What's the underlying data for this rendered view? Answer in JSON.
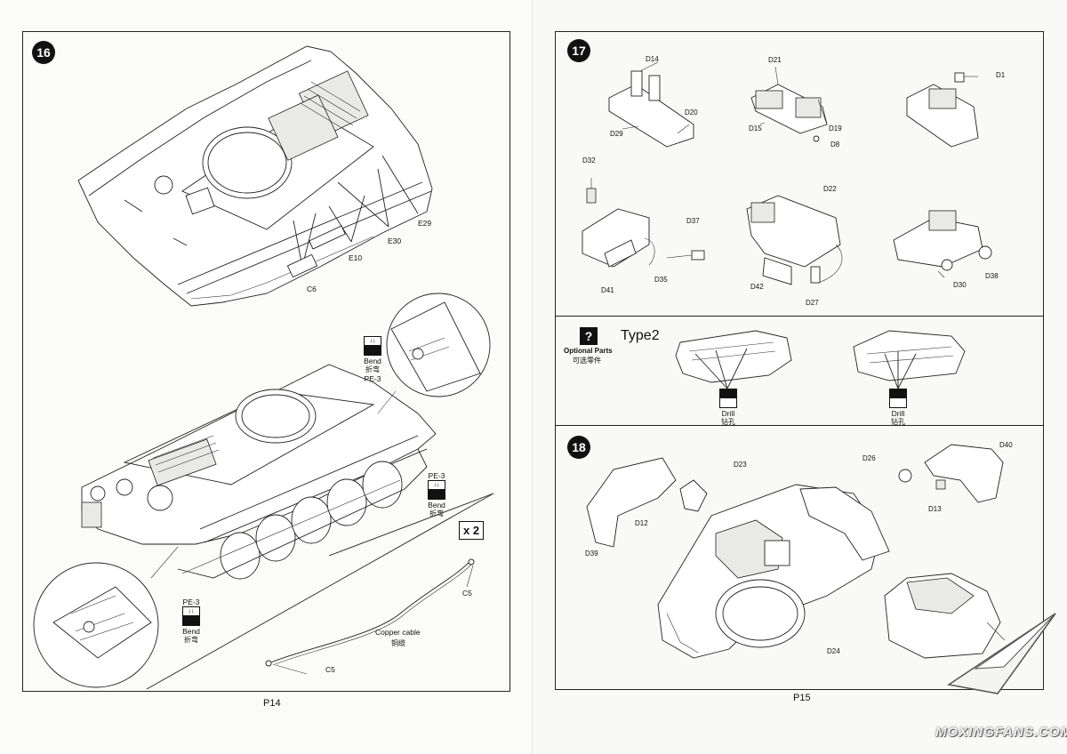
{
  "left_page": {
    "step": "16",
    "page_number": "P14",
    "labels": {
      "c6": "C6",
      "e10": "E10",
      "e30": "E30",
      "e29": "E29",
      "c5_top": "C5",
      "c5_bottom": "C5",
      "copper_cable": "Copper cable",
      "copper_cable_cn": "铜缆",
      "multiplier": "x 2"
    },
    "bend_marks": [
      {
        "label": "Bend",
        "cn": "折弯",
        "part": "PE-3"
      },
      {
        "label": "Bend",
        "cn": "折弯",
        "part": "PE-3"
      },
      {
        "label": "Bend",
        "cn": "折弯",
        "part": "PE-3"
      }
    ]
  },
  "right_page": {
    "page_number": "P15",
    "step17": {
      "step": "17",
      "labels": [
        "D14",
        "D29",
        "D20",
        "D21",
        "D15",
        "D19",
        "D8",
        "D1",
        "D32",
        "D37",
        "D41",
        "D35",
        "D22",
        "D42",
        "D27",
        "D30",
        "D38"
      ]
    },
    "optional": {
      "title": "Optional Parts",
      "title_cn": "可选零件",
      "type": "Type2",
      "drill_label": "Drill",
      "drill_cn": "钻孔"
    },
    "step18": {
      "step": "18",
      "labels": [
        "D23",
        "D12",
        "D39",
        "D26",
        "D40",
        "D13",
        "D24"
      ]
    }
  },
  "watermark": "MOXINGFANS.COM"
}
